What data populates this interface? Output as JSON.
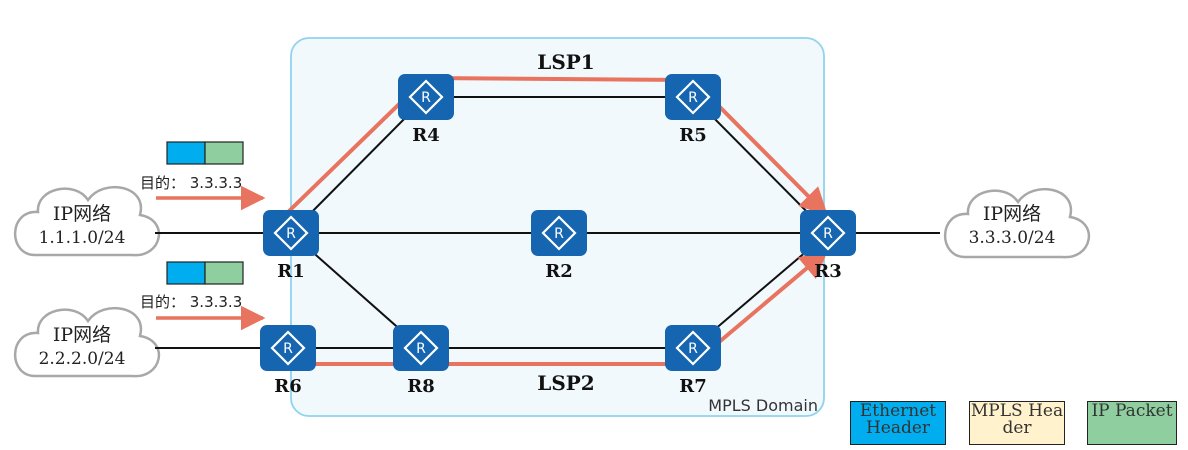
{
  "domain_label": "MPLS Domain",
  "lsps": [
    {
      "id": "lsp1",
      "label": "LSP1",
      "path": [
        "R1",
        "R4",
        "R5",
        "R3"
      ]
    },
    {
      "id": "lsp2",
      "label": "LSP2",
      "path": [
        "R6",
        "R8",
        "R7",
        "R3"
      ]
    }
  ],
  "routers": [
    {
      "id": "r1",
      "label": "R1",
      "glyph": "R"
    },
    {
      "id": "r2",
      "label": "R2",
      "glyph": "R"
    },
    {
      "id": "r3",
      "label": "R3",
      "glyph": "R"
    },
    {
      "id": "r4",
      "label": "R4",
      "glyph": "R"
    },
    {
      "id": "r5",
      "label": "R5",
      "glyph": "R"
    },
    {
      "id": "r6",
      "label": "R6",
      "glyph": "R"
    },
    {
      "id": "r7",
      "label": "R7",
      "glyph": "R"
    },
    {
      "id": "r8",
      "label": "R8",
      "glyph": "R"
    }
  ],
  "links": [
    [
      "R1",
      "R4"
    ],
    [
      "R4",
      "R5"
    ],
    [
      "R5",
      "R3"
    ],
    [
      "R1",
      "R2"
    ],
    [
      "R2",
      "R3"
    ],
    [
      "R1",
      "R8"
    ],
    [
      "R8",
      "R7"
    ],
    [
      "R7",
      "R3"
    ],
    [
      "R6",
      "R8"
    ]
  ],
  "networks": [
    {
      "id": "net1",
      "title": "IP网络",
      "subnet": "1.1.1.0/24"
    },
    {
      "id": "net2",
      "title": "IP网络",
      "subnet": "2.2.2.0/24"
    },
    {
      "id": "net3",
      "title": "IP网络",
      "subnet": "3.3.3.0/24"
    }
  ],
  "packets": [
    {
      "id": "pkt1",
      "dest_text": "目的： 3.3.3.3"
    },
    {
      "id": "pkt2",
      "dest_text": "目的： 3.3.3.3"
    }
  ],
  "legend": [
    {
      "id": "ethernet",
      "label": "Ethernet Header",
      "color": "#00aeef"
    },
    {
      "id": "mpls",
      "label": "MPLS Header",
      "color": "#fff2cc"
    },
    {
      "id": "ip",
      "label": "IP Packet",
      "color": "#8fcf9f"
    }
  ],
  "colors": {
    "router": "#1565b0",
    "lsp": "#e8735f",
    "domain_fill": "#f2f9fd",
    "domain_border": "#8fd3ef",
    "cloud_border": "#a8a8a8"
  }
}
